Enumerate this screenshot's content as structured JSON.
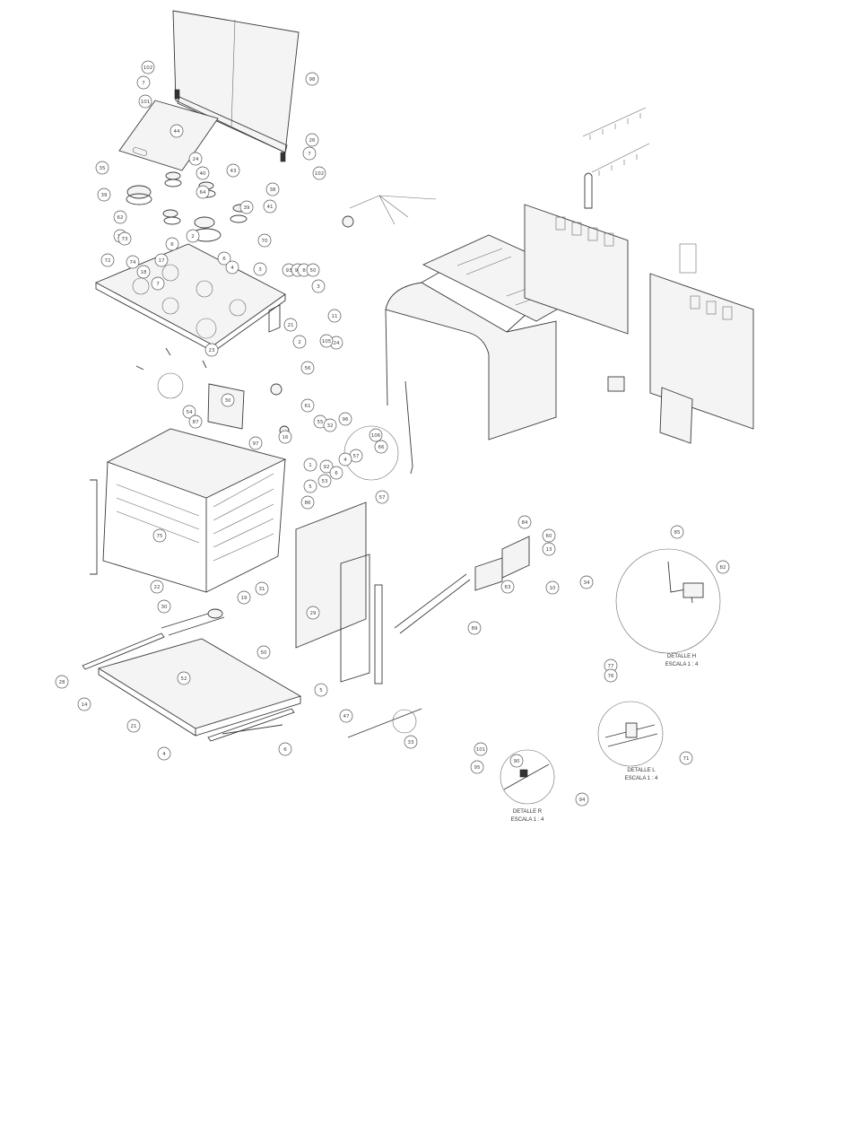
{
  "detail_captions": [
    {
      "id": "detalle-h",
      "lines": [
        "DETALLE H",
        "ESCALA 1 : 4"
      ]
    },
    {
      "id": "detalle-l",
      "lines": [
        "DETALLE L",
        "ESCALA 1 : 4"
      ]
    },
    {
      "id": "detalle-r",
      "lines": [
        "DETALLE R",
        "ESCALA 1 : 4"
      ]
    }
  ],
  "callouts": [
    {
      "label": "102"
    },
    {
      "label": "7"
    },
    {
      "label": "101"
    },
    {
      "label": "98"
    },
    {
      "label": "26"
    },
    {
      "label": "7"
    },
    {
      "label": "102"
    },
    {
      "label": "24"
    },
    {
      "label": "44"
    },
    {
      "label": "35"
    },
    {
      "label": "39"
    },
    {
      "label": "40"
    },
    {
      "label": "43"
    },
    {
      "label": "64"
    },
    {
      "label": "62"
    },
    {
      "label": "36"
    },
    {
      "label": "38"
    },
    {
      "label": "39"
    },
    {
      "label": "41"
    },
    {
      "label": "70"
    },
    {
      "label": "73"
    },
    {
      "label": "72"
    },
    {
      "label": "74"
    },
    {
      "label": "18"
    },
    {
      "label": "17"
    },
    {
      "label": "6"
    },
    {
      "label": "2"
    },
    {
      "label": "7"
    },
    {
      "label": "6"
    },
    {
      "label": "4"
    },
    {
      "label": "3"
    },
    {
      "label": "93"
    },
    {
      "label": "91"
    },
    {
      "label": "8"
    },
    {
      "label": "50"
    },
    {
      "label": "3"
    },
    {
      "label": "11"
    },
    {
      "label": "24"
    },
    {
      "label": "2"
    },
    {
      "label": "21"
    },
    {
      "label": "105"
    },
    {
      "label": "56"
    },
    {
      "label": "23"
    },
    {
      "label": "54"
    },
    {
      "label": "87"
    },
    {
      "label": "97"
    },
    {
      "label": "61"
    },
    {
      "label": "16"
    },
    {
      "label": "30"
    },
    {
      "label": "55"
    },
    {
      "label": "96"
    },
    {
      "label": "32"
    },
    {
      "label": "106"
    },
    {
      "label": "66"
    },
    {
      "label": "57"
    },
    {
      "label": "4"
    },
    {
      "label": "92"
    },
    {
      "label": "1"
    },
    {
      "label": "53"
    },
    {
      "label": "5"
    },
    {
      "label": "6"
    },
    {
      "label": "57"
    },
    {
      "label": "86"
    },
    {
      "label": "75"
    },
    {
      "label": "31"
    },
    {
      "label": "29"
    },
    {
      "label": "22"
    },
    {
      "label": "30"
    },
    {
      "label": "19"
    },
    {
      "label": "28"
    },
    {
      "label": "14"
    },
    {
      "label": "21"
    },
    {
      "label": "4"
    },
    {
      "label": "52"
    },
    {
      "label": "50"
    },
    {
      "label": "6"
    },
    {
      "label": "5"
    },
    {
      "label": "47"
    },
    {
      "label": "33"
    },
    {
      "label": "89"
    },
    {
      "label": "84"
    },
    {
      "label": "60"
    },
    {
      "label": "13"
    },
    {
      "label": "10"
    },
    {
      "label": "63"
    },
    {
      "label": "34"
    },
    {
      "label": "85"
    },
    {
      "label": "82"
    },
    {
      "label": "77"
    },
    {
      "label": "76"
    },
    {
      "label": "71"
    },
    {
      "label": "101"
    },
    {
      "label": "95"
    },
    {
      "label": "94"
    },
    {
      "label": "90"
    }
  ]
}
